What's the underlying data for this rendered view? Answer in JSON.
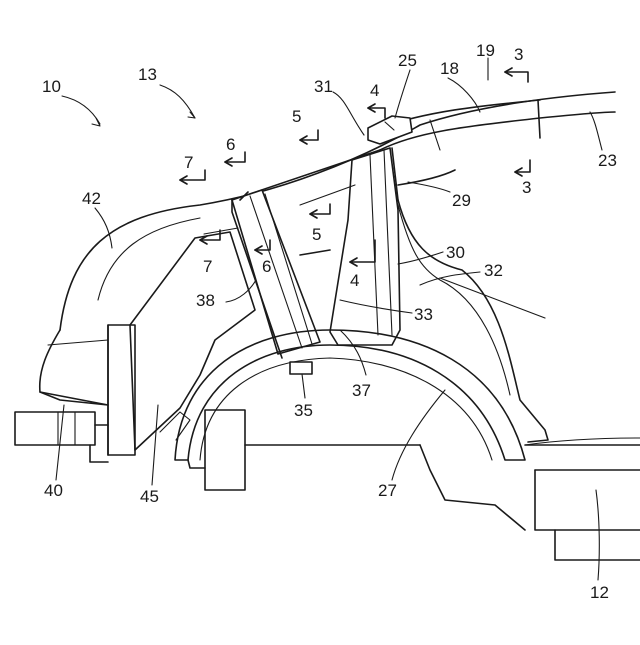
{
  "reference_numerals": [
    "10",
    "13",
    "42",
    "7",
    "7",
    "6",
    "6",
    "5",
    "5",
    "4",
    "4",
    "31",
    "25",
    "18",
    "19",
    "3",
    "3",
    "23",
    "29",
    "30",
    "32",
    "33",
    "38",
    "37",
    "35",
    "27",
    "40",
    "45",
    "12"
  ],
  "section_markers": [
    "3",
    "3",
    "4",
    "4",
    "5",
    "5",
    "6",
    "6",
    "7",
    "7"
  ]
}
